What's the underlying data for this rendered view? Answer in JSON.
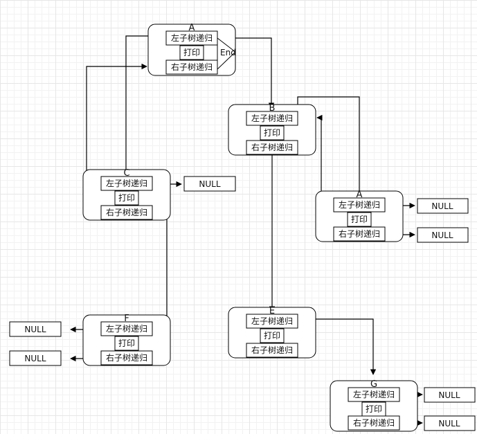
{
  "labels": {
    "left": "左子树递归",
    "print": "打印",
    "right": "右子树递归",
    "null": "NULL",
    "end": "End"
  },
  "nodes": [
    {
      "id": "n1",
      "title": "A"
    },
    {
      "id": "n2",
      "title": "B"
    },
    {
      "id": "n3",
      "title": "C"
    },
    {
      "id": "n4",
      "title": "A"
    },
    {
      "id": "n5",
      "title": "F"
    },
    {
      "id": "n6",
      "title": "E"
    },
    {
      "id": "n7",
      "title": "G"
    }
  ],
  "null_boxes": [
    {
      "id": "c-left"
    },
    {
      "id": "a2-left"
    },
    {
      "id": "a2-right"
    },
    {
      "id": "f-left"
    },
    {
      "id": "f-right"
    },
    {
      "id": "g-left"
    },
    {
      "id": "g-right"
    }
  ],
  "colors": {
    "stroke": "#000000",
    "fill": "#ffffff",
    "grid": "#e6e6e6"
  }
}
